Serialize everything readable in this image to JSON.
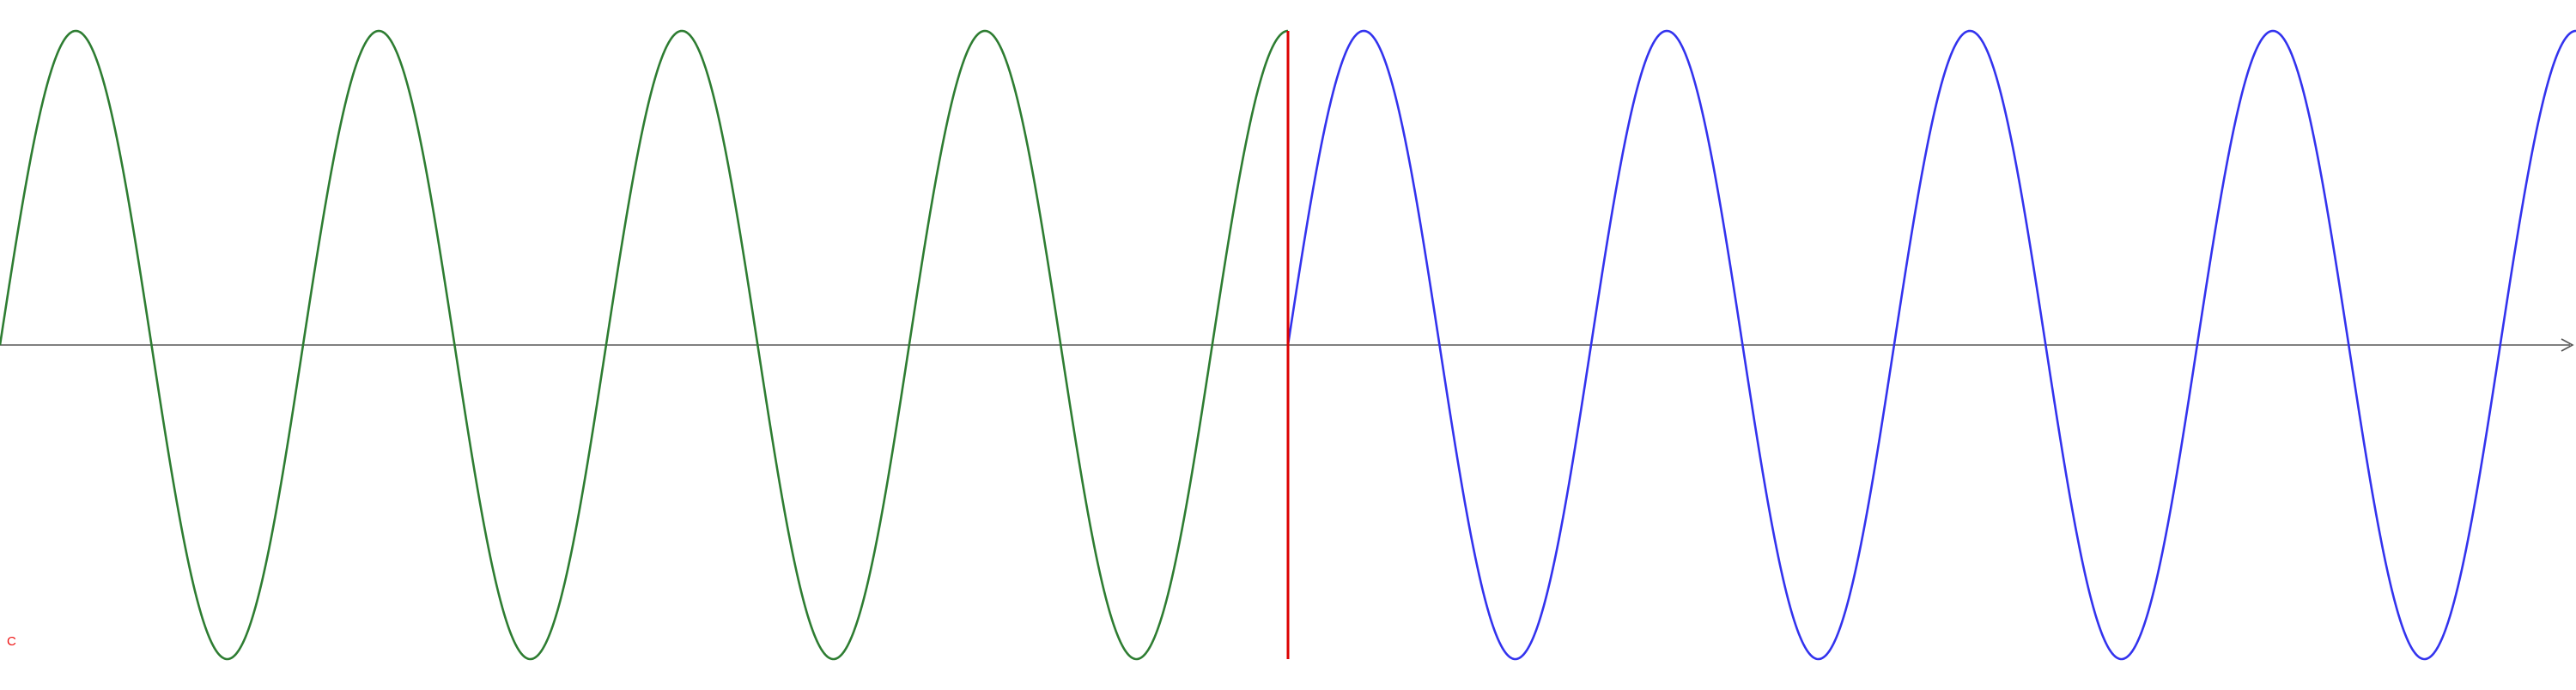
{
  "diagram": {
    "type": "wave",
    "corner_label": "C",
    "colors": {
      "background": "#ffffff",
      "axis": "#555555",
      "wave_left": "#2e7d32",
      "wave_right": "#3333ee",
      "marker": "#dd0000",
      "label": "#ee1111"
    },
    "waves": [
      {
        "segment": "left",
        "cycles": 4.25
      },
      {
        "segment": "right",
        "cycles": 4.25
      }
    ],
    "marker_position": "center"
  }
}
